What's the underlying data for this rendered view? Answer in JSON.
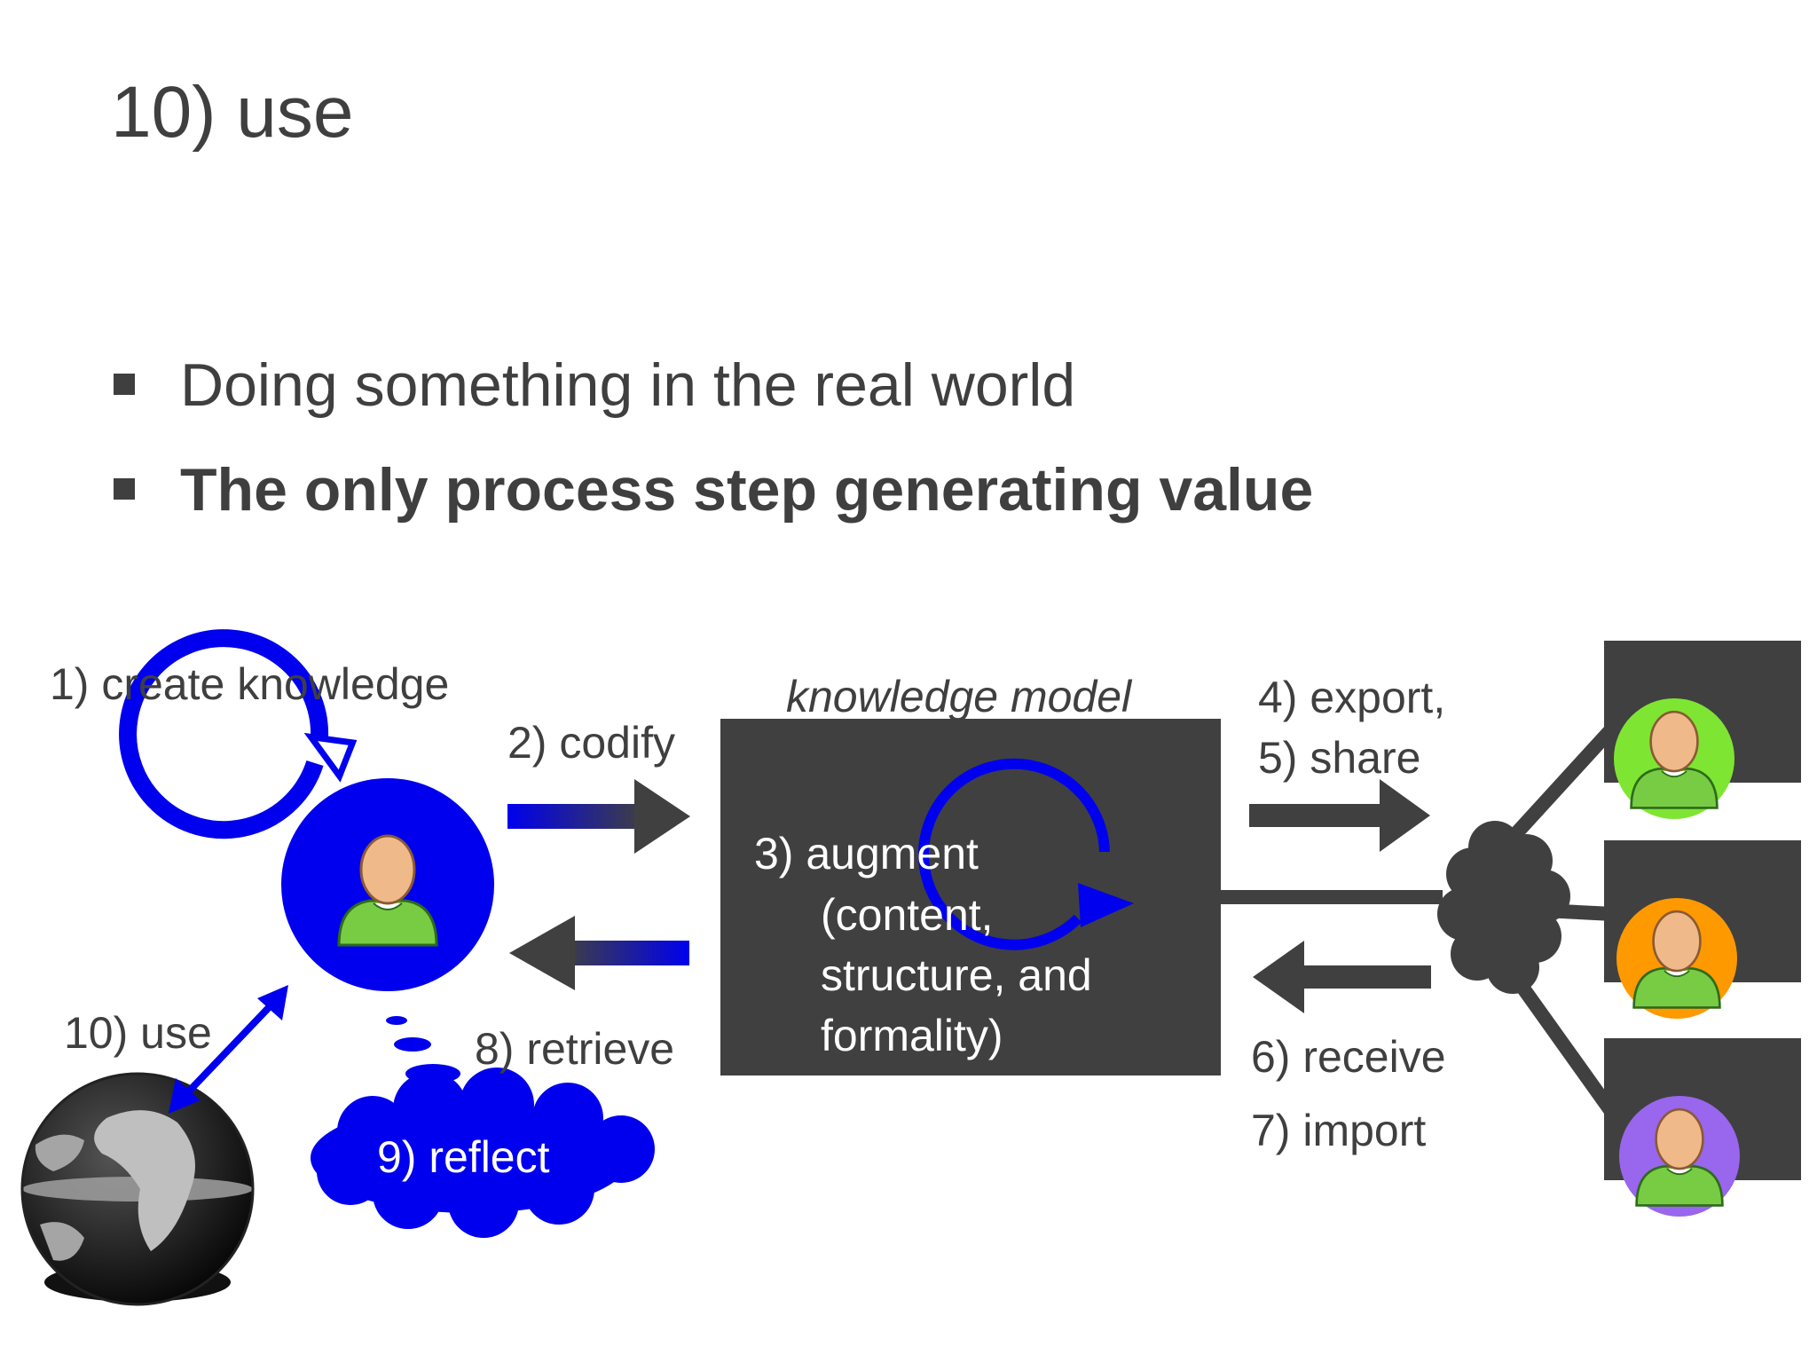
{
  "slide": {
    "title": "10) use",
    "bullets": [
      {
        "text": "Doing something in the real world",
        "bold": false
      },
      {
        "text": "The only process step generating value",
        "bold": true
      }
    ]
  },
  "diagram": {
    "labels": {
      "create": "1) create knowledge",
      "codify": "2) codify",
      "model": "knowledge model",
      "augment_line1": "3) augment",
      "augment_line2": "(content,",
      "augment_line3": "structure, and",
      "augment_line4": "formality)",
      "export": "4) export,",
      "share": "5) share",
      "receive": "6) receive",
      "import": "7) import",
      "retrieve": "8) retrieve",
      "reflect": "9) reflect",
      "use": "10) use"
    },
    "icons": [
      "person-icon",
      "cycle-arrow-icon",
      "globe-icon",
      "thought-cloud-icon",
      "network-cloud-icon"
    ],
    "colors": {
      "blue": "#0000ee",
      "dark": "#404040",
      "text": "#3f3f3f",
      "peer_green": "#7ee632",
      "peer_orange": "#ff9900",
      "peer_purple": "#9966ee",
      "person_shirt": "#77cc44",
      "person_face": "#f0b98a"
    }
  }
}
